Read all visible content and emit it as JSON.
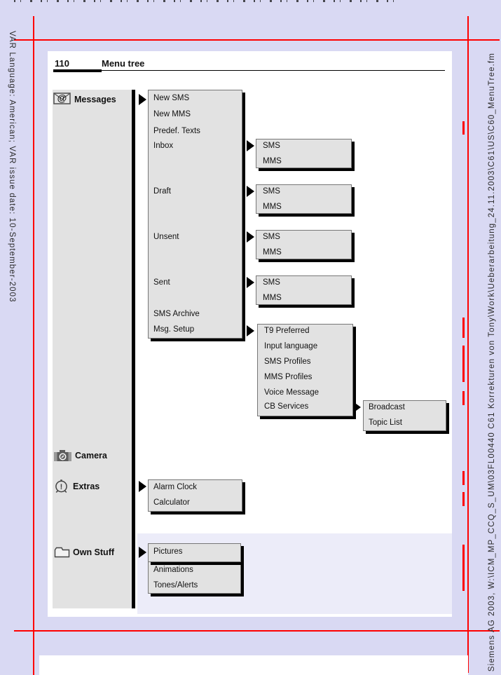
{
  "header": {
    "page_number": "110",
    "title": "Menu tree"
  },
  "margins": {
    "left": "VAR Language: American; VAR issue date: 10-September-2003",
    "right": "© Siemens AG 2003, W:\\ICM_MP_CCQ_S_UM\\03FL00440 C61 Korrekturen von Tony\\Work\\Ueberarbeitung_24.11.2003\\C61\\US\\C60_MenuTree.fm"
  },
  "tree": {
    "main": [
      {
        "label": "Messages",
        "icon": "envelope-at-icon"
      },
      {
        "label": "Camera",
        "icon": "camera-icon"
      },
      {
        "label": "Extras",
        "icon": "alarm-clock-icon"
      },
      {
        "label": "Own Stuff",
        "icon": "folder-icon"
      }
    ],
    "messages_sub": [
      "New SMS",
      "New MMS",
      "Predef. Texts",
      "Inbox",
      "Draft",
      "Unsent",
      "Sent",
      "SMS Archive",
      "Msg. Setup"
    ],
    "inbox_sub": [
      "SMS",
      "MMS"
    ],
    "draft_sub": [
      "SMS",
      "MMS"
    ],
    "unsent_sub": [
      "SMS",
      "MMS"
    ],
    "sent_sub": [
      "SMS",
      "MMS"
    ],
    "msg_setup_sub": [
      "T9 Preferred",
      "Input language",
      "SMS Profiles",
      "MMS Profiles",
      "Voice Message",
      "CB Services"
    ],
    "cb_services_sub": [
      "Broadcast",
      "Topic List"
    ],
    "extras_sub": [
      "Alarm Clock",
      "Calculator"
    ],
    "own_stuff_sub": [
      "Pictures",
      "Animations",
      "Tones/Alerts"
    ]
  },
  "colors": {
    "page_background": "#d9d9f3",
    "panel_background": "#e2e2e2",
    "highlight_band": "#ececf9",
    "crop_marks_and_change_bars": "#ff0000"
  }
}
